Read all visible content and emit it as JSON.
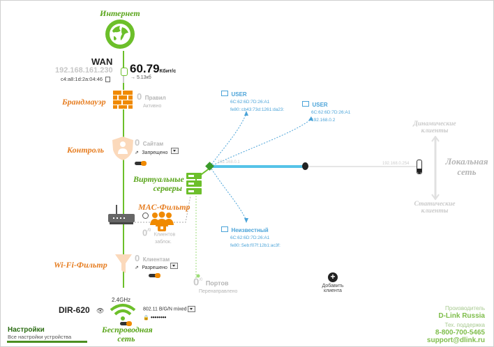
{
  "internet": {
    "label": "Интернет"
  },
  "wan": {
    "title": "WAN",
    "ip": "192.168.161.230",
    "mac": "c4:a8:1d:2a:04:46",
    "speed_value": "60.79",
    "speed_unit": "Кбит/с",
    "speed_sub": "→ 5.13кб"
  },
  "firewall": {
    "label": "Брандмауэр",
    "count": "0",
    "count_label": "Правил",
    "status": "Активно"
  },
  "control": {
    "label": "Контроль",
    "count": "0",
    "count_label": "Сайтам",
    "status": "Запрещено"
  },
  "virtual_servers": {
    "label_line1": "Виртуальные",
    "label_line2": "серверы",
    "count": "0",
    "count_sup": "/0",
    "label": "Портов",
    "status": "Перенаправлено"
  },
  "mac_filter": {
    "label": "MAC-Фильтр",
    "count": "0",
    "count_sup": "/0",
    "label1": "Клиентов",
    "label2": "заблок."
  },
  "wifi_filter": {
    "label": "Wi-Fi-Фильтр",
    "count": "0",
    "count_label": "Клиентам",
    "status": "Разрешено"
  },
  "wireless": {
    "band": "2.4GHz",
    "model": "DIR-620",
    "mode": "802.11 B/G/N mixed",
    "password": "••••••••",
    "label_line1": "Беспроводная",
    "label_line2": "сеть"
  },
  "clients": [
    {
      "name": "USER",
      "mac": "6C:62:6D:7D:26:A1",
      "ip": "fe80::cb43:73d:1261:da23:"
    },
    {
      "name": "USER",
      "mac": "6C:62:6D:7D:26:A1",
      "ip": "192.168.0.2"
    },
    {
      "name": "Неизвестный",
      "mac": "6C:62:6D:7D:26:A1",
      "ip": "fe80::5eb:f07f:12b1:ac3f:"
    }
  ],
  "lan": {
    "start_ip": "192.168.0.1",
    "end_ip": "192.168.0.254",
    "dynamic_line1": "Динамические",
    "dynamic_line2": "клиенты",
    "local_line1": "Локальная",
    "local_line2": "сеть",
    "static_line1": "Статические",
    "static_line2": "клиенты"
  },
  "add_client": {
    "line1": "Добавить",
    "line2": "клиента"
  },
  "settings": {
    "title": "Настройки",
    "subtitle": "Все настройки устройства"
  },
  "vendor": {
    "label": "Производитель",
    "name": "D-Link Russia",
    "support_label": "Тех. поддержка",
    "phone": "8-800-700-5465",
    "email": "support@dlink.ru"
  },
  "colors": {
    "accent_orange": "#f08a00",
    "accent_green": "#6cbf2a",
    "lan_blue": "#56c3e8",
    "client_blue": "#4aa3d8"
  }
}
